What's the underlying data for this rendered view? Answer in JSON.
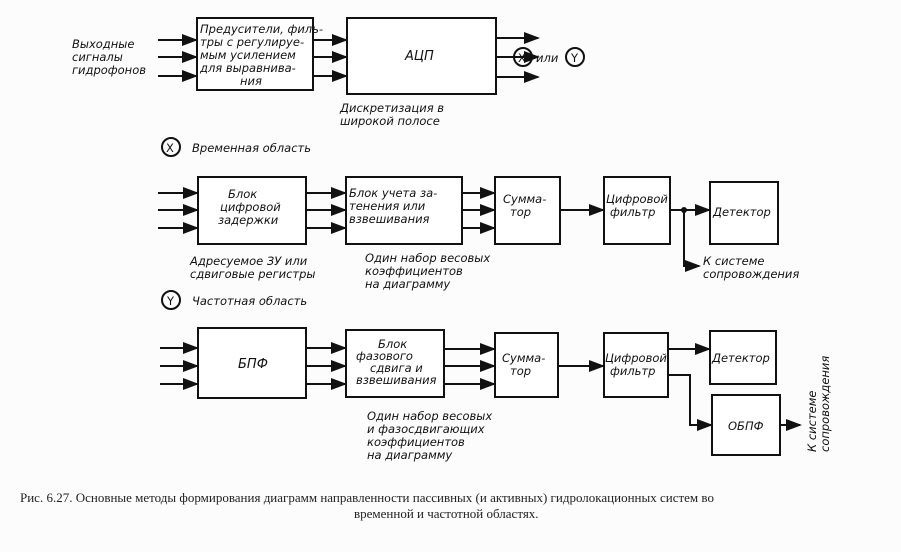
{
  "row1": {
    "input_label": [
      "Выходные",
      "сигналы",
      "гидрофонов"
    ],
    "preamp_block": [
      "Предусители, филь-",
      "тры с регулируе-",
      "мым усилением",
      "для выравнива-",
      "ния"
    ],
    "adc_block": "АЦП",
    "adc_note": [
      "Дискретизация в",
      "широкой полосе"
    ],
    "x_marker": "X",
    "or_text": "или",
    "y_marker": "Y"
  },
  "time_domain": {
    "marker": "X",
    "title": "Временная область",
    "delay_block": [
      "Блок",
      "цифровой",
      "задержки"
    ],
    "shading_block": [
      "Блок учета за-",
      "тенения или",
      "взвешивания"
    ],
    "summator_block": [
      "Сумма-",
      "тор"
    ],
    "filter_block": [
      "Цифровой",
      "фильтр"
    ],
    "detector_block": "Детектор",
    "delay_note": [
      "Адресуемое ЗУ или",
      "сдвиговые регистры"
    ],
    "weights_note": [
      "Один набор весовых",
      "коэффициентов",
      "на диаграмму"
    ],
    "tracking_note": [
      "К системе",
      "сопровождения"
    ]
  },
  "freq_domain": {
    "marker": "Y",
    "title": "Частотная область",
    "fft_block": "БПФ",
    "phase_block": [
      "Блок",
      "фазового",
      "сдвига и",
      "взвешивания"
    ],
    "summator_block": [
      "Сумма-",
      "тор"
    ],
    "filter_block": [
      "Цифровой",
      "фильтр"
    ],
    "detector_block": "Детектор",
    "ifft_block": "ОБПФ",
    "weights_note": [
      "Один набор весовых",
      "и фазосдвигающих",
      "коэффициентов",
      "на диаграмму"
    ],
    "tracking_note": [
      "К системе",
      "сопровождения"
    ]
  },
  "caption": [
    "Рис. 6.27. Основные методы формирования диаграмм направленности пассивных (и активных) гидролокационных систем во",
    "временной и частотной областях."
  ]
}
